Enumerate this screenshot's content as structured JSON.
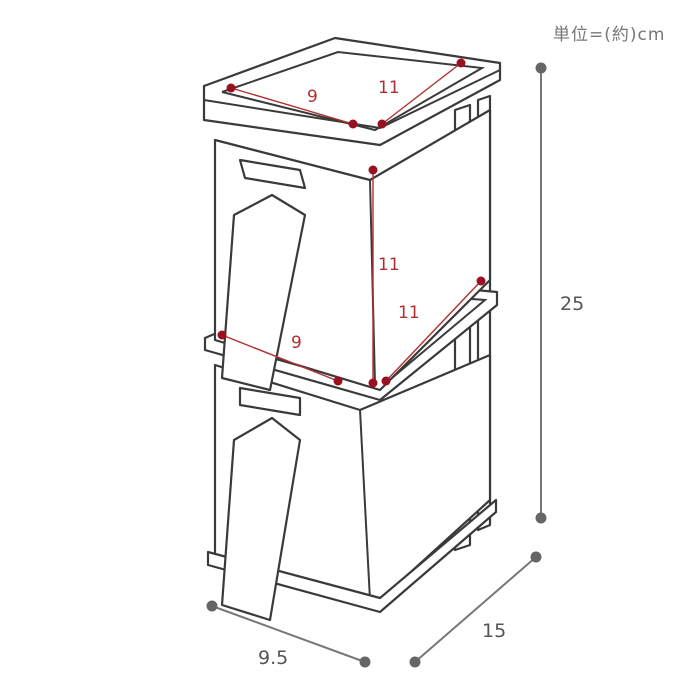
{
  "unit_label": "単位=(約)cm",
  "dimensions": {
    "height": "25",
    "depth": "15",
    "width": "9.5"
  },
  "inner_dimensions": {
    "top_width": "9",
    "top_depth": "11",
    "mid_height": "11",
    "mid_depth": "11",
    "mid_width": "9"
  },
  "colors": {
    "outline": "#3a3a3a",
    "dimension": "#777777",
    "inner_dimension": "#b03030"
  }
}
